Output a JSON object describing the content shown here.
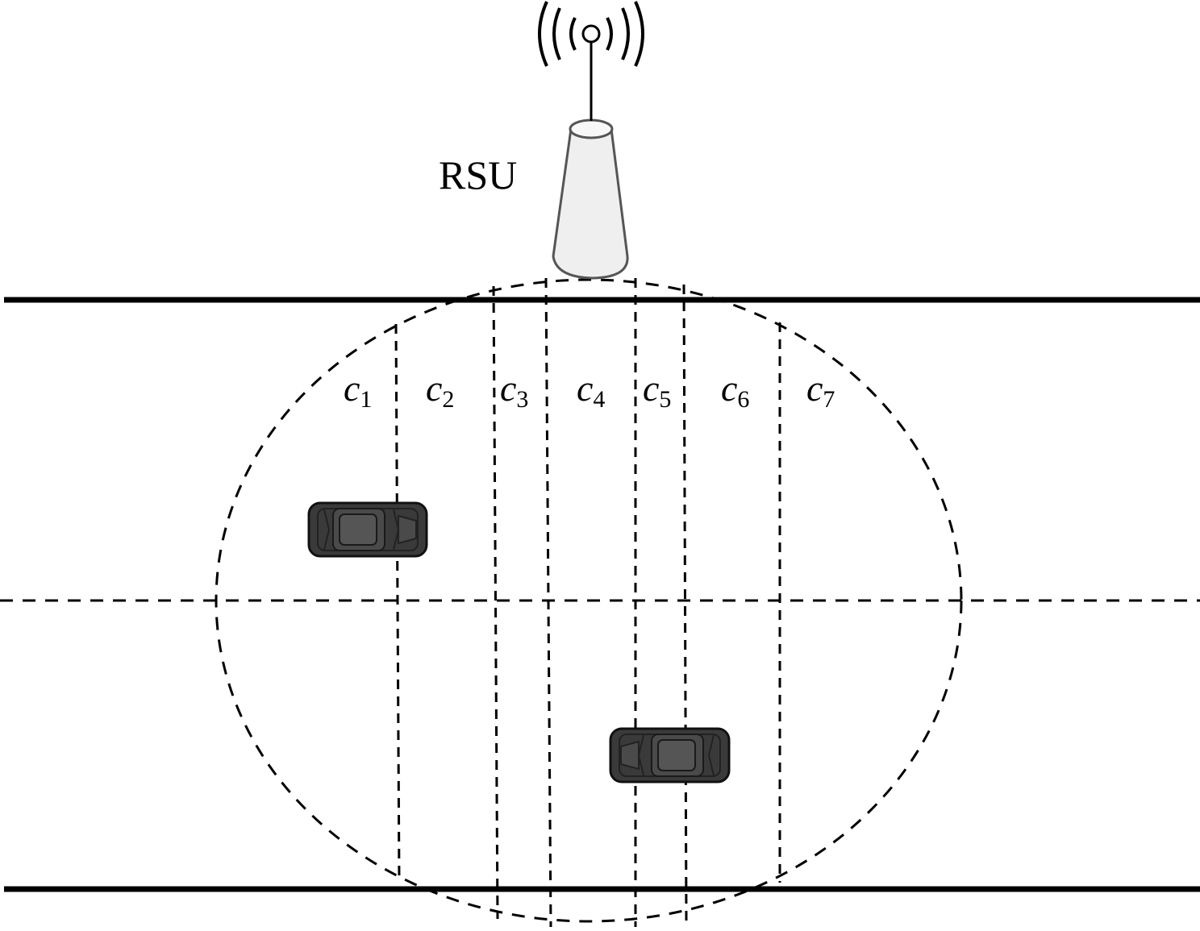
{
  "rsu": {
    "label": "RSU"
  },
  "cells": [
    {
      "letter": "c",
      "sub": "1"
    },
    {
      "letter": "c",
      "sub": "2"
    },
    {
      "letter": "c",
      "sub": "3"
    },
    {
      "letter": "c",
      "sub": "4"
    },
    {
      "letter": "c",
      "sub": "5"
    },
    {
      "letter": "c",
      "sub": "6"
    },
    {
      "letter": "c",
      "sub": "7"
    }
  ],
  "colors": {
    "line": "#000000",
    "tower_fill": "#efefef",
    "tower_stroke": "#555555",
    "car_body": "#3a3a3a",
    "car_window": "#555555"
  }
}
